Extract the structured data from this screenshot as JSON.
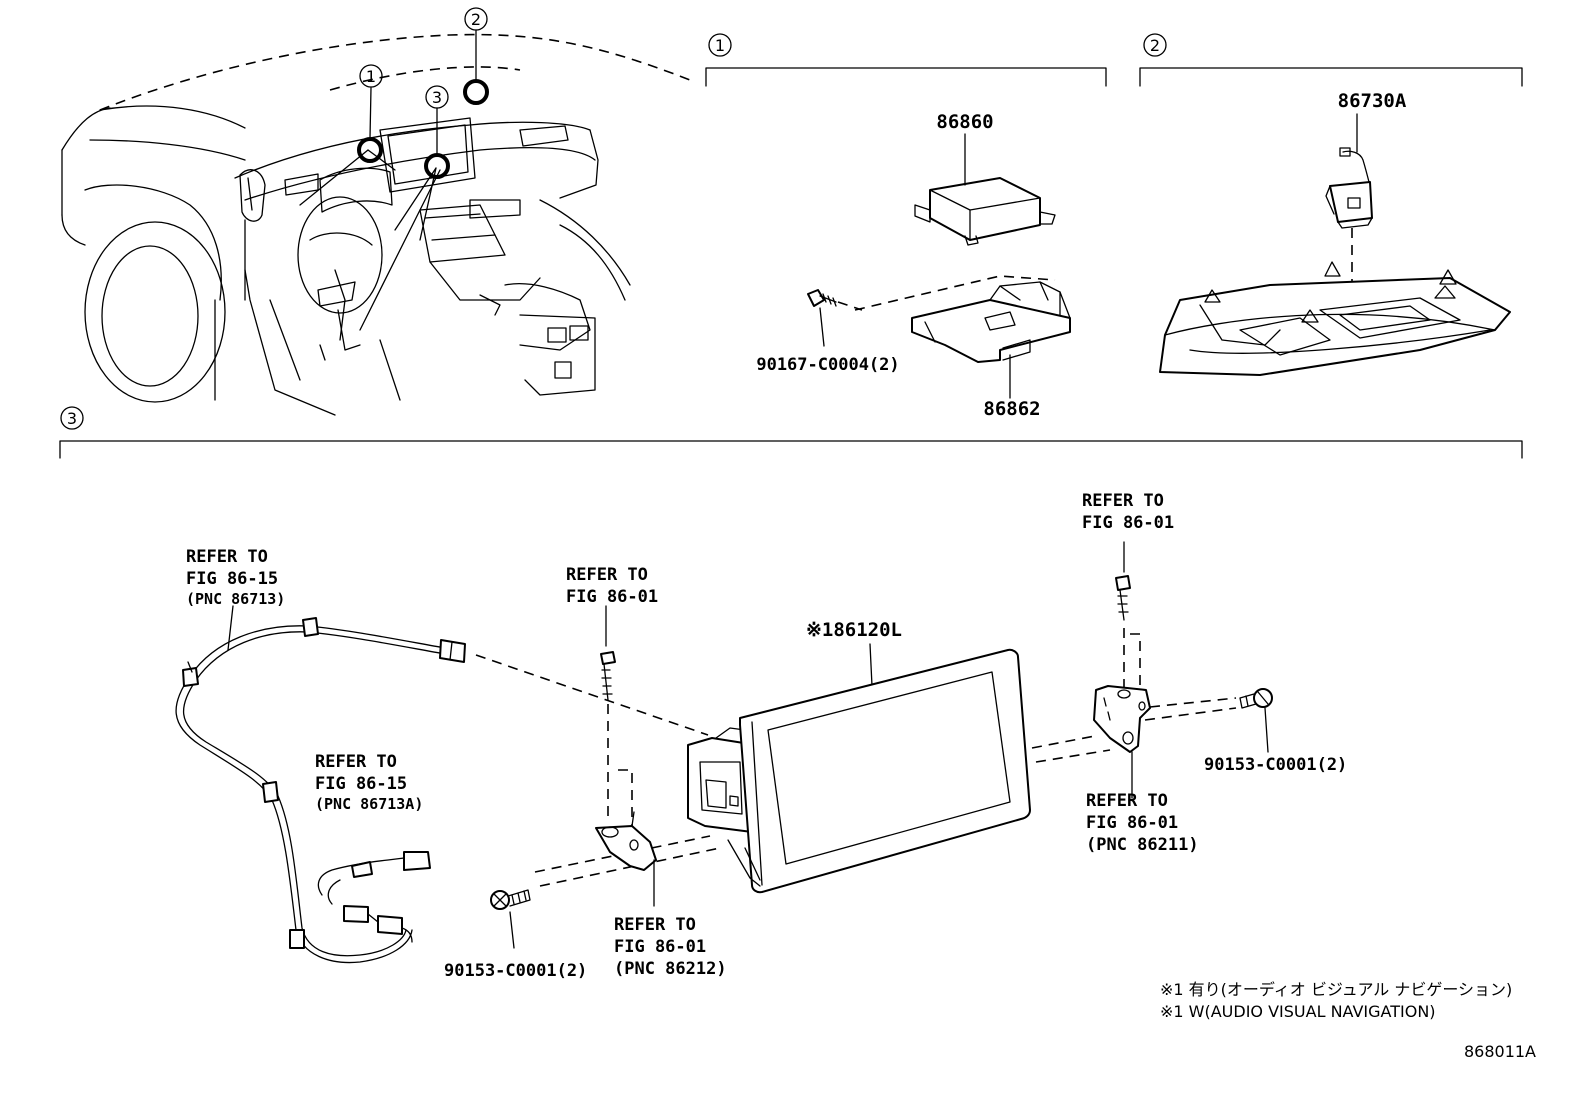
{
  "callouts": {
    "c1": "1",
    "c2": "2",
    "c3": "3"
  },
  "group1": {
    "label": "1",
    "part_module": "86860",
    "part_bracket": "86862",
    "part_screw": "90167-C0004(2)"
  },
  "group2": {
    "label": "2",
    "part_camera": "86730A"
  },
  "group3": {
    "label": "3",
    "display": {
      "marker": "※1",
      "part": "86120L"
    },
    "harness_ref_a": {
      "line1": "REFER TO",
      "line2": "FIG 86-15",
      "line3": "(PNC 86713)"
    },
    "harness_ref_b": {
      "line1": "REFER TO",
      "line2": "FIG 86-15",
      "line3": "(PNC 86713A)"
    },
    "screw_ref_left": {
      "line1": "REFER TO",
      "line2": "FIG 86-01"
    },
    "bracket_ref_left": {
      "line1": "REFER TO",
      "line2": "FIG 86-01",
      "line3": "(PNC 86212)"
    },
    "screw_ref_right": {
      "line1": "REFER TO",
      "line2": "FIG 86-01"
    },
    "bracket_ref_right": {
      "line1": "REFER TO",
      "line2": "FIG 86-01",
      "line3": "(PNC 86211)"
    },
    "screw_left_part": "90153-C0001(2)",
    "screw_right_part": "90153-C0001(2)"
  },
  "footnotes": {
    "jp": "※1 有り(オーディオ ビジュアル ナビゲーション)",
    "en": "※1 W(AUDIO VISUAL NAVIGATION)"
  },
  "figure_id": "868011A"
}
